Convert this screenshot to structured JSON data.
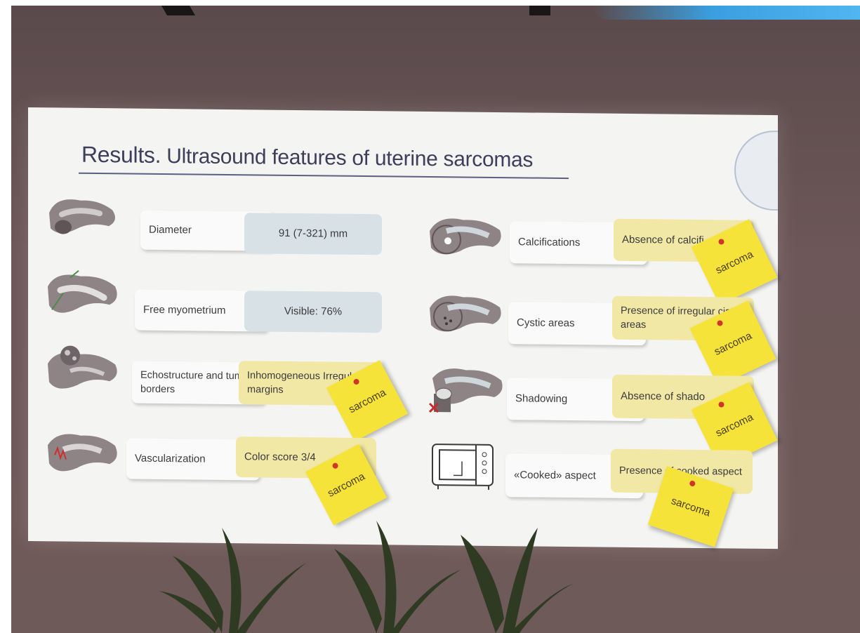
{
  "slide": {
    "title_lead": "Results.",
    "title_rest": " Ultrasound features of uterine sarcomas"
  },
  "left_rows": [
    {
      "label": "Diameter",
      "value": "91 (7-321)  mm",
      "style": "blue",
      "icon": "uterus-diameter-icon"
    },
    {
      "label": "Free  myometrium",
      "value": "Visible: 76%",
      "style": "blue",
      "icon": "uterus-myometrium-icon"
    },
    {
      "label": "Echostructure and tumor borders",
      "value": "Inhomogeneous Irregular margins",
      "style": "yellow",
      "sticky": "sarcoma",
      "icon": "uterus-echostructure-icon"
    },
    {
      "label": "Vascularization",
      "value": "Color score 3/4",
      "style": "yellow",
      "sticky": "sarcoma",
      "icon": "uterus-vascularization-icon"
    }
  ],
  "right_rows": [
    {
      "label": "Calcifications",
      "value": "Absence of calcifi",
      "style": "yellow",
      "sticky": "sarcoma",
      "icon": "uterus-calcifications-icon"
    },
    {
      "label": "Cystic areas",
      "value": "Presence of irregular cistic areas",
      "style": "yellow",
      "sticky": "sarcoma",
      "icon": "uterus-cystic-icon"
    },
    {
      "label": "Shadowing",
      "value": "Absence of shado",
      "style": "yellow",
      "sticky": "sarcoma",
      "icon": "uterus-shadowing-icon"
    },
    {
      "label": "«Cooked» aspect",
      "value": "Presence of cooked aspect",
      "style": "yellow",
      "sticky": "sarcoma",
      "icon": "microwave-oven-icon"
    }
  ],
  "colors": {
    "slide_bg": "#f4f4f2",
    "title": "#3d3f5a",
    "value_blue": "#d7e1e6",
    "value_yellow": "#f2e8a6",
    "sticky": "#f6e33a",
    "pin": "#d0342c",
    "room": "#6d5758"
  }
}
